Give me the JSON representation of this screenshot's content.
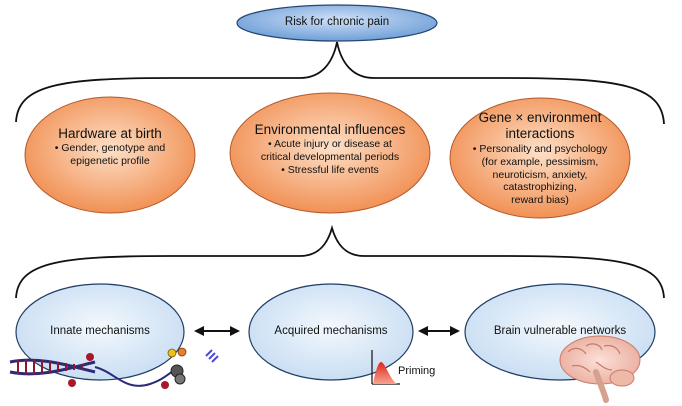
{
  "top": {
    "title": "Risk for chronic pain"
  },
  "factors": [
    {
      "title_lines": [
        "Hardware at birth"
      ],
      "bullet_lines": [
        "• Gender, genotype and",
        "epigenetic profile"
      ]
    },
    {
      "title_lines": [
        "Environmental influences"
      ],
      "bullet_lines": [
        "• Acute injury or disease at",
        "critical developmental periods",
        "• Stressful life events"
      ]
    },
    {
      "title_lines": [
        "Gene × environment",
        "interactions"
      ],
      "bullet_lines": [
        "• Personality and psychology",
        "(for example, pessimism,",
        "neuroticism, anxiety,",
        "catastrophizing,",
        "reward bias)"
      ]
    }
  ],
  "mechanisms": [
    {
      "label": "Innate mechanisms"
    },
    {
      "label": "Acquired mechanisms",
      "inset_label": "Priming"
    },
    {
      "label": "Brain vulnerable networks"
    }
  ],
  "colors": {
    "top_fill": "#6f9fd8",
    "orange_fill": "#f08a4b",
    "blue_fill": "#d9e8f7",
    "stroke": "#1f3d66"
  }
}
